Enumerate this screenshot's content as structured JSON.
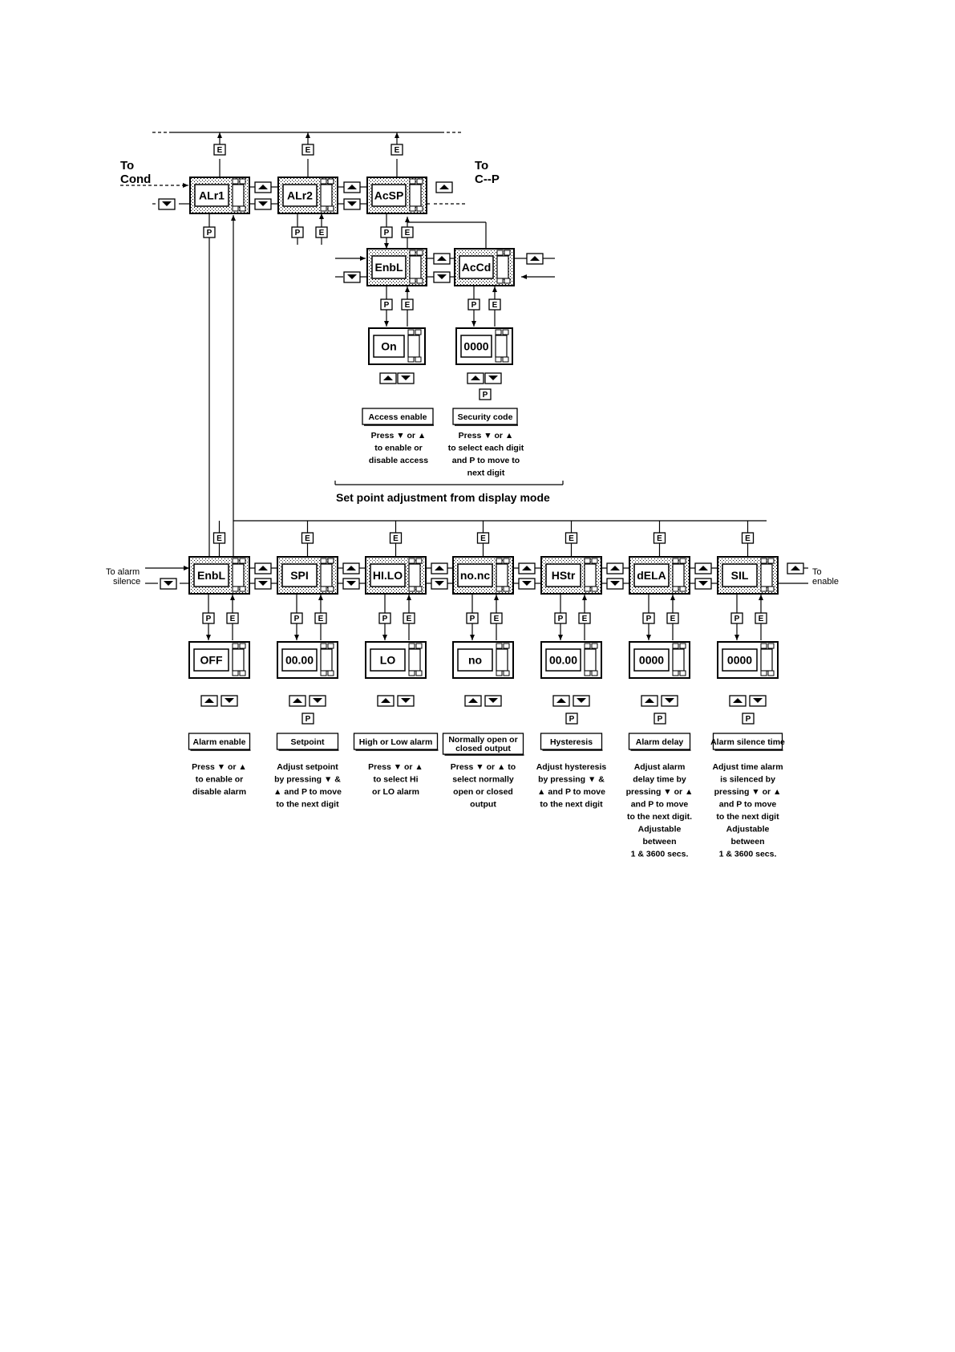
{
  "top": {
    "left_label_line1": "To",
    "left_label_line2": "Cond",
    "right_label_line1": "To",
    "right_label_line2": "C--P",
    "menus": [
      {
        "code": "ALr1"
      },
      {
        "code": "ALr2"
      },
      {
        "code": "AcSP"
      }
    ]
  },
  "access": {
    "menus": [
      {
        "code": "EnbL",
        "value": "On",
        "title": "Access enable",
        "desc": [
          "Press ▼ or ▲",
          "to enable or",
          "disable access"
        ]
      },
      {
        "code": "AcCd",
        "value": "0000",
        "title": "Security code",
        "desc": [
          "Press ▼ or ▲",
          "to select each digit",
          "and P to move to",
          "next digit"
        ]
      }
    ],
    "caption": "Set point adjustment from display mode"
  },
  "bottom": {
    "left_label_line1": "To alarm",
    "left_label_line2": "silence",
    "right_label_line1": "To",
    "right_label_line2": "enable",
    "menus": [
      {
        "code": "EnbL",
        "value": "OFF",
        "title": "Alarm enable",
        "desc": [
          "Press ▼ or ▲",
          "to enable or",
          "disable alarm"
        ]
      },
      {
        "code": "SPI",
        "value": "00.00",
        "title": "Setpoint",
        "desc": [
          "Adjust setpoint",
          "by pressing ▼ &",
          "▲ and P to move",
          "to the next digit"
        ]
      },
      {
        "code": "HI.LO",
        "value": "LO",
        "title": "High or Low alarm",
        "desc": [
          "Press ▼ or ▲",
          "to select Hi",
          "or LO alarm"
        ]
      },
      {
        "code": "no.nc",
        "value": "no",
        "title": "Normally open or closed output",
        "desc": [
          "Press ▼ or ▲ to",
          "select normally",
          "open or closed",
          "output"
        ]
      },
      {
        "code": "HStr",
        "value": "00.00",
        "title": "Hysteresis",
        "desc": [
          "Adjust hysteresis",
          "by pressing ▼ &",
          "▲ and P to move",
          "to the next digit"
        ]
      },
      {
        "code": "dELA",
        "value": "0000",
        "title": "Alarm delay",
        "desc": [
          "Adjust alarm",
          "delay time by",
          "pressing ▼ or ▲",
          "and P to move",
          "to the next digit.",
          "Adjustable",
          "between",
          "1 & 3600 secs."
        ]
      },
      {
        "code": "SIL",
        "value": "0000",
        "title": "Alarm silence time",
        "desc": [
          "Adjust time alarm",
          "is silenced by",
          "pressing ▼ or ▲",
          "and P to move",
          "to the next digit",
          "Adjustable",
          "between",
          "1 & 3600 secs."
        ]
      }
    ]
  },
  "keys": {
    "p": "P",
    "e": "E"
  }
}
